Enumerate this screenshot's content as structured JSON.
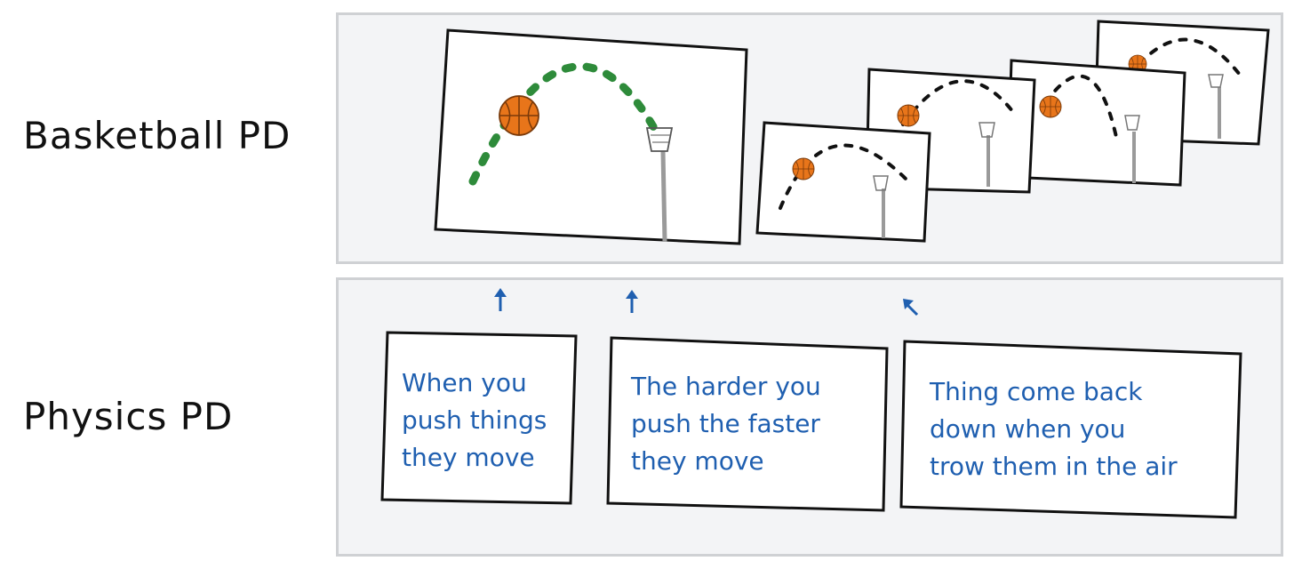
{
  "rows": {
    "top_label": "Basketball PD",
    "bottom_label": "Physics PD"
  },
  "notes": [
    {
      "text": "When you\npush things\nthey move"
    },
    {
      "text": "The harder you\npush the faster\nthey move"
    },
    {
      "text": "Thing come back\ndown when you\ntrow them in the air"
    }
  ],
  "colors": {
    "panel_bg": "#f3f4f6",
    "panel_border": "#cfd1d4",
    "ink": "#111111",
    "note_blue": "#1f5fb0",
    "trajectory_green": "#2e8b3a",
    "ball_orange": "#e8751a",
    "hoop_gray": "#9a9a9a"
  },
  "icons": [
    "basketball-icon",
    "hoop-icon",
    "arrow-up-icon",
    "arrow-diagonal-icon"
  ]
}
